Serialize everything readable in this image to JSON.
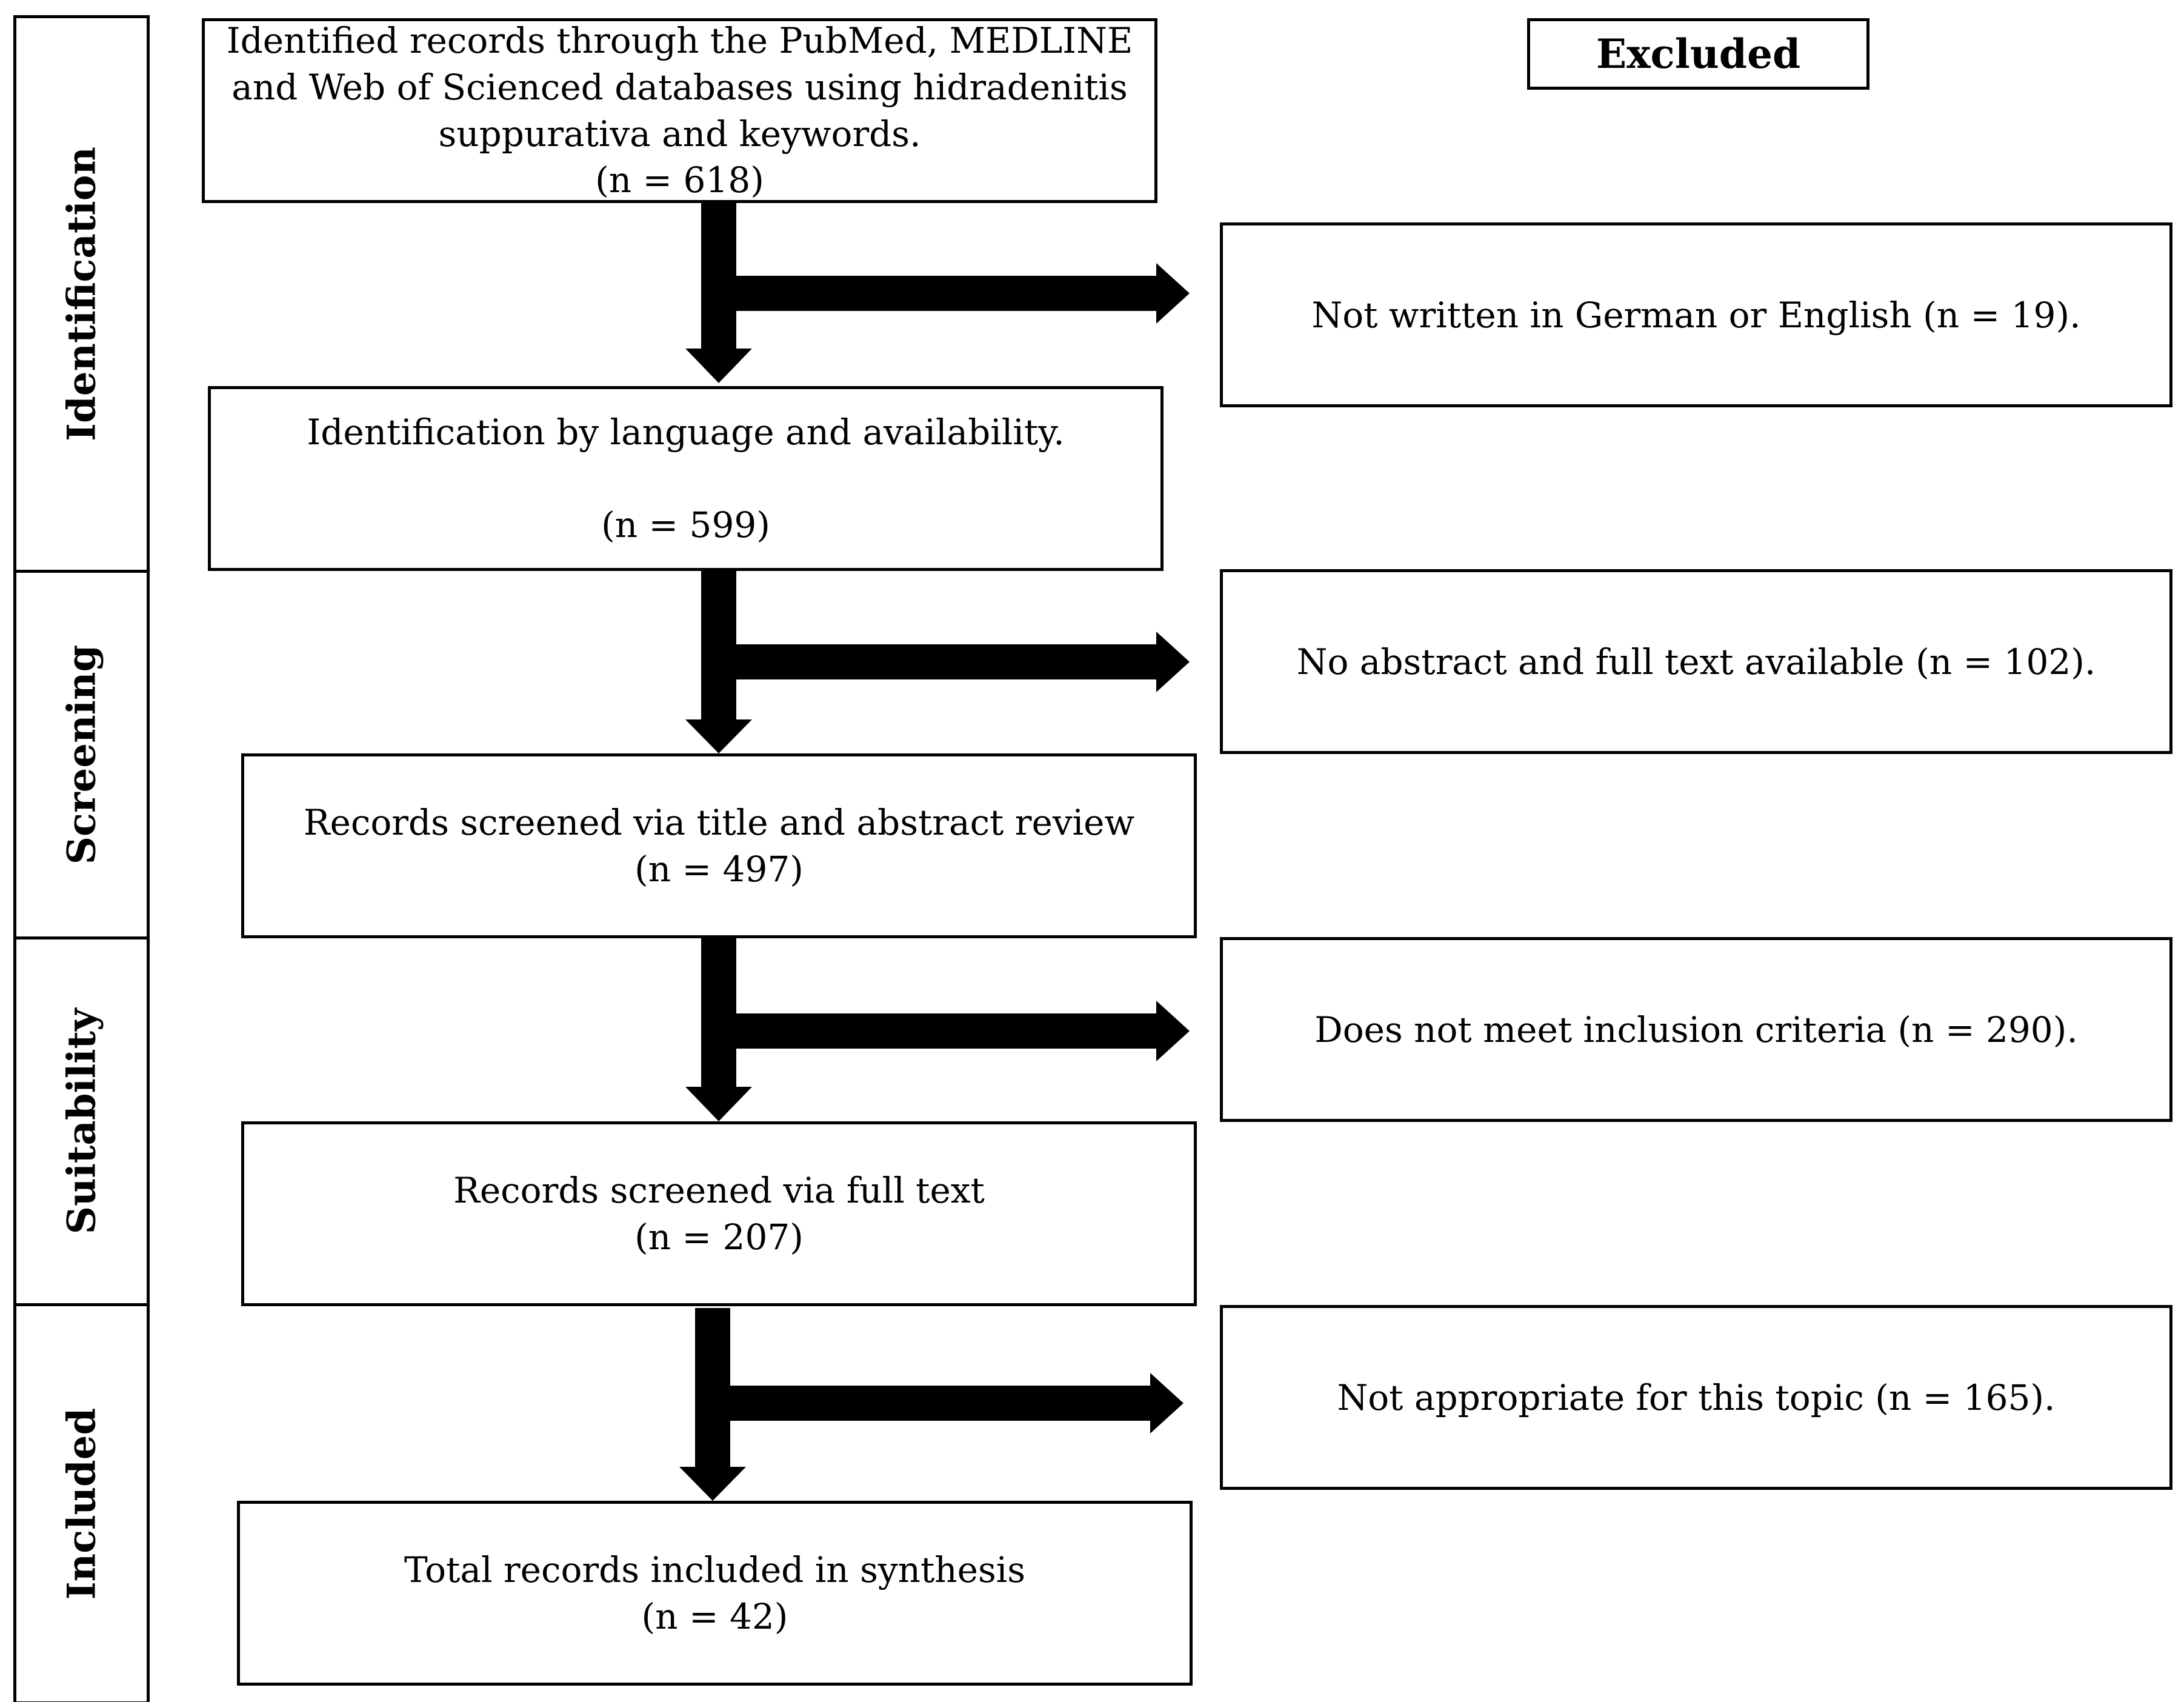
{
  "stages": [
    {
      "id": "identification",
      "label": "Identification"
    },
    {
      "id": "screening",
      "label": "Screening"
    },
    {
      "id": "suitability",
      "label": "Suitability"
    },
    {
      "id": "included",
      "label": "Included"
    }
  ],
  "excluded_header": "Excluded",
  "flow_boxes": [
    {
      "lines": [
        "Identified records through the PubMed, MEDLINE",
        "and Web of Scienced databases using hidradenitis",
        "suppurativa and keywords."
      ],
      "count": "(n = 618)"
    },
    {
      "lines": [
        "Identification by language and availability."
      ],
      "count": "(n = 599)"
    },
    {
      "lines": [
        "Records screened via title and abstract review"
      ],
      "count": "(n = 497)"
    },
    {
      "lines": [
        "Records screened via full text"
      ],
      "count": "(n = 207)"
    },
    {
      "lines": [
        "Total records included in synthesis"
      ],
      "count": "(n = 42)"
    }
  ],
  "excluded_boxes": [
    {
      "text": "Not written in German or English (n = 19)."
    },
    {
      "text": "No abstract and full text available (n = 102)."
    },
    {
      "text": "Does not meet inclusion criteria (n = 290)."
    },
    {
      "text": "Not appropriate for this topic (n = 165)."
    }
  ]
}
